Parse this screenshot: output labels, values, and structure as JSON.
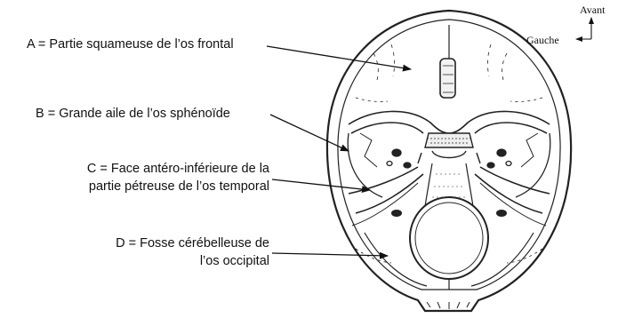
{
  "labels": {
    "a": "A = Partie squameuse de l’os frontal",
    "b": "B = Grande aile de l’os sphénoïde",
    "c_line1": "C = Face antéro-inférieure de la",
    "c_line2": "partie pétreuse de l’os temporal",
    "d_line1": "D = Fosse cérébelleuse de",
    "d_line2": "l’os occipital"
  },
  "orientation": {
    "front": "Avant",
    "left": "Gauche"
  }
}
